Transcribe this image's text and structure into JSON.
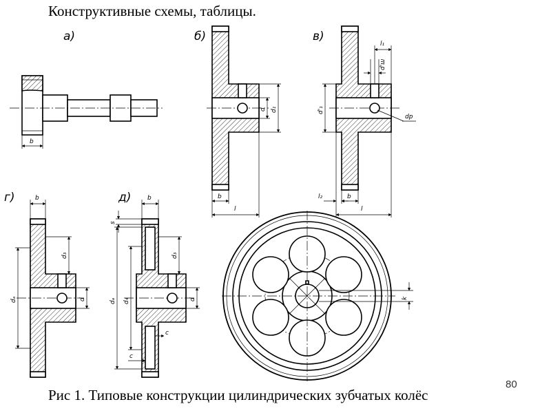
{
  "slide": {
    "title": "Конструктивные схемы, таблицы.",
    "caption": "Рис 1. Типовые конструкции цилиндрических зубчатых колёс",
    "page_number": "80"
  },
  "views": {
    "a": {
      "label": "а)",
      "dims": {
        "b": "b"
      }
    },
    "b": {
      "label": "б)",
      "dims": {
        "d": "d",
        "d1": "d₁",
        "b": "b",
        "l": "l"
      }
    },
    "v": {
      "label": "в)",
      "dims": {
        "l1": "l₁",
        "dw": "d'ш",
        "dp": "dр",
        "d1p": "d'₁",
        "l2": "l₂",
        "b": "b",
        "l": "l"
      }
    },
    "g": {
      "label": "г)",
      "dims": {
        "b": "b",
        "d3": "d₃",
        "da": "dₐ",
        "d": "d"
      }
    },
    "d": {
      "label": "д)",
      "dims": {
        "s": "s",
        "b": "b",
        "d3": "d₃",
        "da": "dₐ",
        "d4": "d₄",
        "d": "d",
        "c1": "c",
        "c2": "c"
      }
    },
    "front": {
      "dims": {
        "k": "k"
      }
    }
  }
}
